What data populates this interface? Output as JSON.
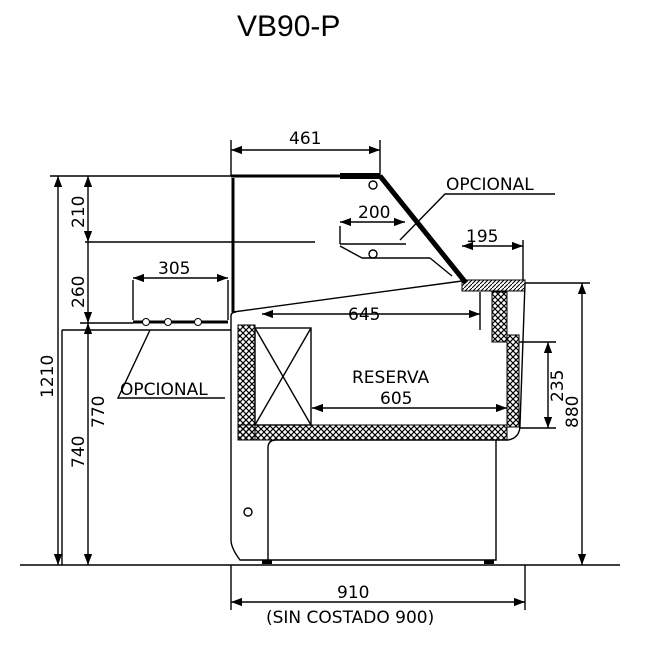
{
  "title": "VB90-P",
  "labels": {
    "opcional_top": "OPCIONAL",
    "opcional_left": "OPCIONAL",
    "reserva": "RESERVA",
    "sin_costado": "(SIN COSTADO 900)"
  },
  "dimensions": {
    "top_width": "461",
    "shelf_200": "200",
    "counter_195": "195",
    "shelf_305": "305",
    "inner_645": "645",
    "reserva_605": "605",
    "h_210": "210",
    "h_260": "260",
    "h_1210": "1210",
    "h_740": "740",
    "h_770": "770",
    "h_235": "235",
    "h_880": "880",
    "total_910": "910"
  }
}
